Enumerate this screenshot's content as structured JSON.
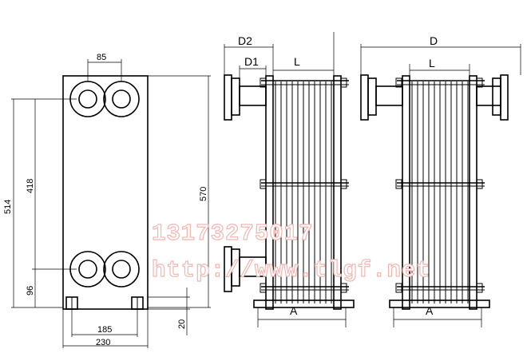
{
  "front_view": {
    "dims": {
      "port_center_spacing": "85",
      "height_overall": "570",
      "height_518": "514",
      "height_418": "418",
      "bottom_96": "96",
      "foot_20": "20",
      "base_185": "185",
      "width_230": "230"
    }
  },
  "side_view_small": {
    "dims": {
      "d2": "D2",
      "d1": "D1",
      "l": "L",
      "a": "A"
    }
  },
  "side_view_large": {
    "dims": {
      "d": "D",
      "l": "L",
      "a": "A"
    }
  },
  "watermark": {
    "phone": "13173275017",
    "url": "http://www.tlgf.net"
  },
  "colors": {
    "line": "#000000",
    "watermark": "#f2b6b0"
  }
}
